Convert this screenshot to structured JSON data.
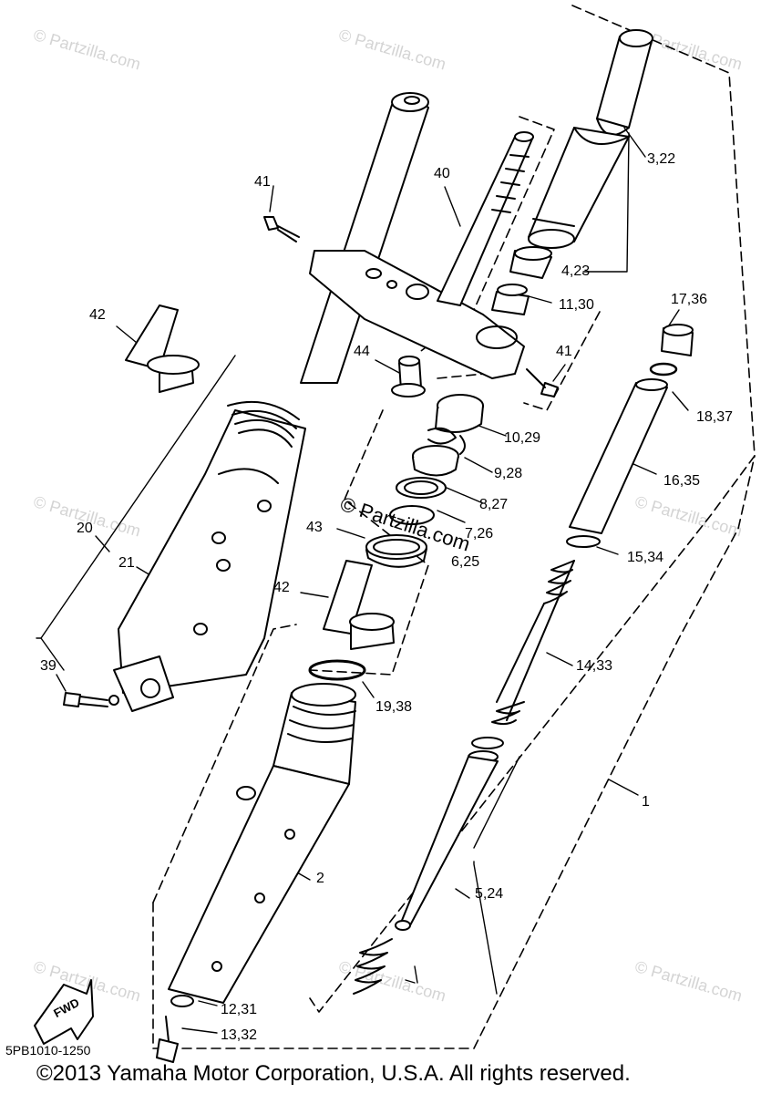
{
  "watermark": "© Partzilla.com",
  "center_watermark": "© Partzilla.com",
  "diagram_code": "5PB1010-1250",
  "copyright": "©2013 Yamaha Motor Corporation, U.S.A. All rights reserved.",
  "fwd_label": "FWD",
  "callouts": [
    {
      "id": "c-3-22",
      "text": "3,22"
    },
    {
      "id": "c-40",
      "text": "40"
    },
    {
      "id": "c-41a",
      "text": "41"
    },
    {
      "id": "c-4-23",
      "text": "4,23"
    },
    {
      "id": "c-11-30",
      "text": "11,30"
    },
    {
      "id": "c-42a",
      "text": "42"
    },
    {
      "id": "c-17-36",
      "text": "17,36"
    },
    {
      "id": "c-44",
      "text": "44"
    },
    {
      "id": "c-41b",
      "text": "41"
    },
    {
      "id": "c-18-37",
      "text": "18,37"
    },
    {
      "id": "c-10-29",
      "text": "10,29"
    },
    {
      "id": "c-9-28",
      "text": "9,28"
    },
    {
      "id": "c-16-35",
      "text": "16,35"
    },
    {
      "id": "c-8-27",
      "text": "8,27"
    },
    {
      "id": "c-20",
      "text": "20"
    },
    {
      "id": "c-43",
      "text": "43"
    },
    {
      "id": "c-7-26",
      "text": "7,26"
    },
    {
      "id": "c-21",
      "text": "21"
    },
    {
      "id": "c-6-25",
      "text": "6,25"
    },
    {
      "id": "c-15-34",
      "text": "15,34"
    },
    {
      "id": "c-42b",
      "text": "42"
    },
    {
      "id": "c-39",
      "text": "39"
    },
    {
      "id": "c-14-33",
      "text": "14,33"
    },
    {
      "id": "c-19-38",
      "text": "19,38"
    },
    {
      "id": "c-1",
      "text": "1"
    },
    {
      "id": "c-2",
      "text": "2"
    },
    {
      "id": "c-5-24",
      "text": "5,24"
    },
    {
      "id": "c-12-31",
      "text": "12,31"
    },
    {
      "id": "c-13-32",
      "text": "13,32"
    }
  ]
}
